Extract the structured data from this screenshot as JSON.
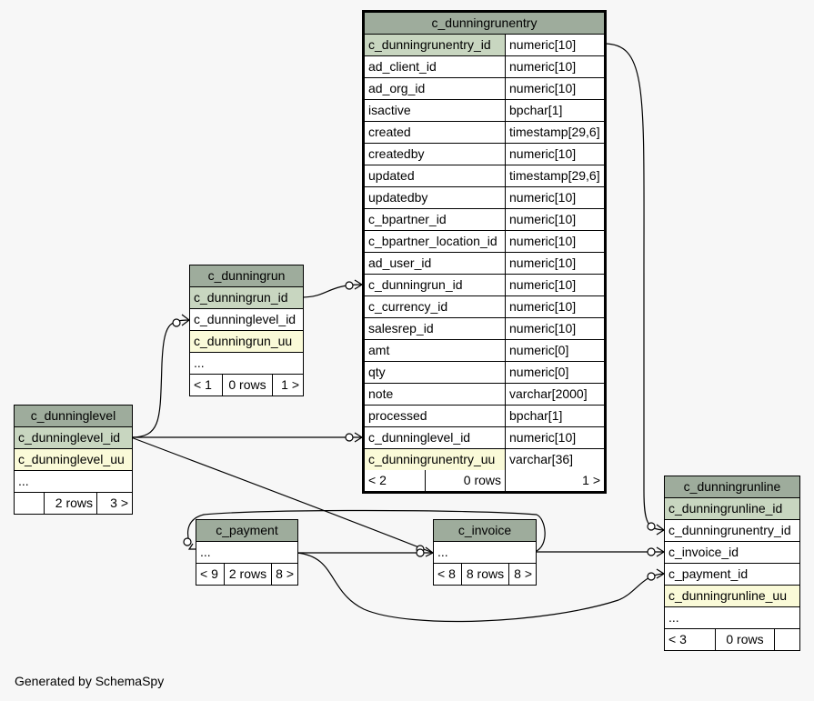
{
  "tables": {
    "c_dunningrunentry": {
      "title": "c_dunningrunentry",
      "columns": [
        {
          "name": "c_dunningrunentry_id",
          "type": "numeric[10]"
        },
        {
          "name": "ad_client_id",
          "type": "numeric[10]"
        },
        {
          "name": "ad_org_id",
          "type": "numeric[10]"
        },
        {
          "name": "isactive",
          "type": "bpchar[1]"
        },
        {
          "name": "created",
          "type": "timestamp[29,6]"
        },
        {
          "name": "createdby",
          "type": "numeric[10]"
        },
        {
          "name": "updated",
          "type": "timestamp[29,6]"
        },
        {
          "name": "updatedby",
          "type": "numeric[10]"
        },
        {
          "name": "c_bpartner_id",
          "type": "numeric[10]"
        },
        {
          "name": "c_bpartner_location_id",
          "type": "numeric[10]"
        },
        {
          "name": "ad_user_id",
          "type": "numeric[10]"
        },
        {
          "name": "c_dunningrun_id",
          "type": "numeric[10]"
        },
        {
          "name": "c_currency_id",
          "type": "numeric[10]"
        },
        {
          "name": "salesrep_id",
          "type": "numeric[10]"
        },
        {
          "name": "amt",
          "type": "numeric[0]"
        },
        {
          "name": "qty",
          "type": "numeric[0]"
        },
        {
          "name": "note",
          "type": "varchar[2000]"
        },
        {
          "name": "processed",
          "type": "bpchar[1]"
        },
        {
          "name": "c_dunninglevel_id",
          "type": "numeric[10]"
        },
        {
          "name": "c_dunningrunentry_uu",
          "type": "varchar[36]"
        }
      ],
      "footer": {
        "parents": "< 2",
        "rows": "0 rows",
        "children": "1 >"
      }
    },
    "c_dunningrun": {
      "title": "c_dunningrun",
      "columns": [
        "c_dunningrun_id",
        "c_dunninglevel_id",
        "c_dunningrun_uu",
        "..."
      ],
      "footer": {
        "parents": "< 1",
        "rows": "0 rows",
        "children": "1 >"
      }
    },
    "c_dunninglevel": {
      "title": "c_dunninglevel",
      "columns": [
        "c_dunninglevel_id",
        "c_dunninglevel_uu",
        "..."
      ],
      "footer": {
        "parents": "",
        "rows": "2 rows",
        "children": "3 >"
      }
    },
    "c_payment": {
      "title": "c_payment",
      "columns": [
        "..."
      ],
      "footer": {
        "parents": "< 9",
        "rows": "2 rows",
        "children": "8 >"
      }
    },
    "c_invoice": {
      "title": "c_invoice",
      "columns": [
        "..."
      ],
      "footer": {
        "parents": "< 8",
        "rows": "8 rows",
        "children": "8 >"
      }
    },
    "c_dunningrunline": {
      "title": "c_dunningrunline",
      "columns": [
        "c_dunningrunline_id",
        "c_dunningrunentry_id",
        "c_invoice_id",
        "c_payment_id",
        "c_dunningrunline_uu",
        "..."
      ],
      "footer": {
        "parents": "< 3",
        "rows": "0 rows",
        "children": ""
      }
    }
  },
  "generated_by": "Generated by SchemaSpy"
}
